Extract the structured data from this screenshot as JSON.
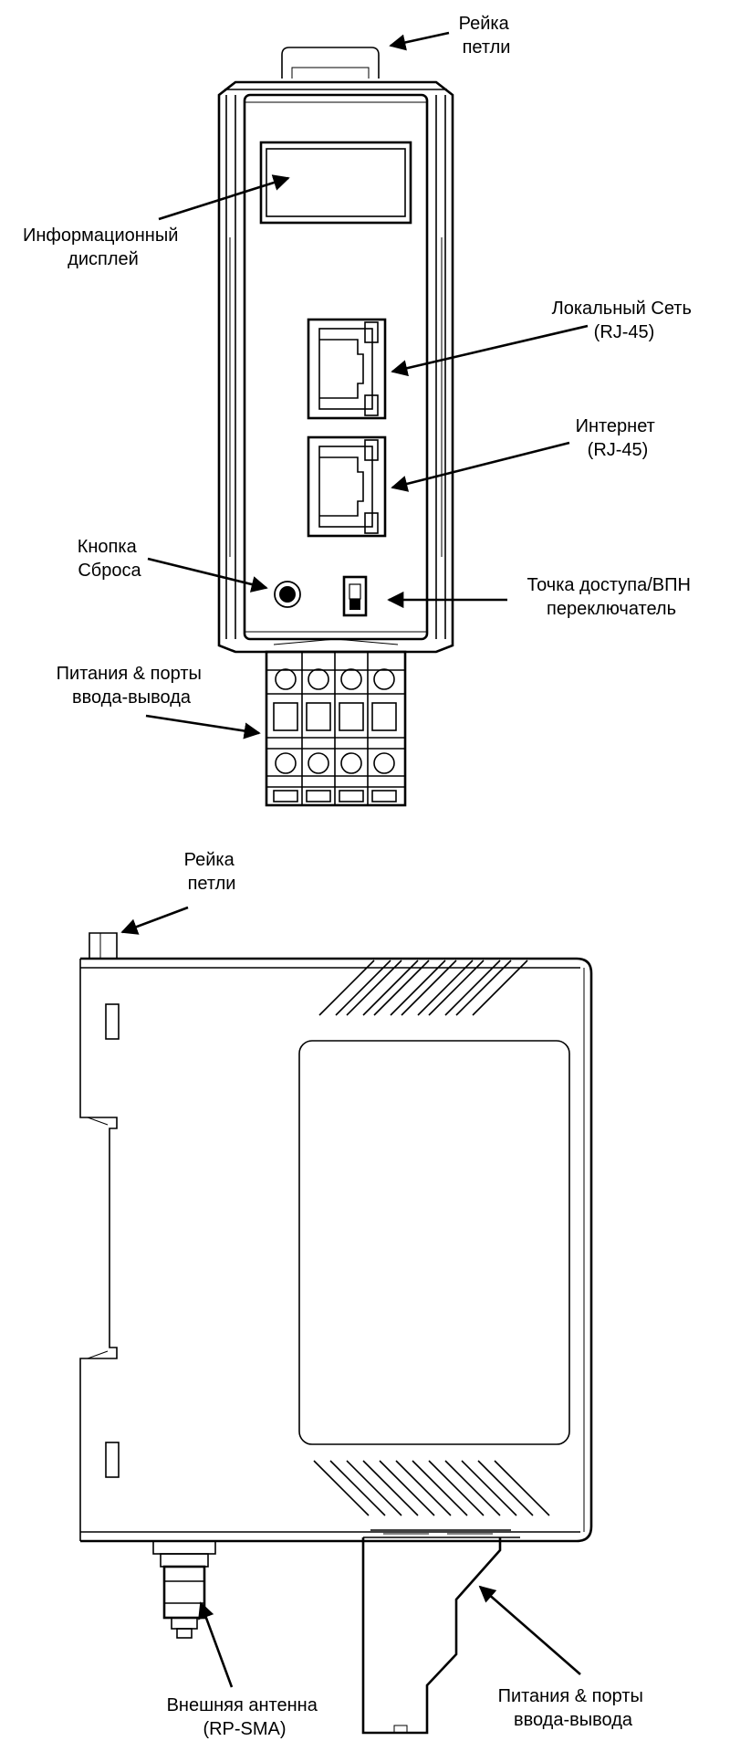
{
  "front_view": {
    "labels": {
      "hanger_rail": [
        "Рейка",
        "петли"
      ],
      "info_display": [
        "Информационный",
        "дисплей"
      ],
      "lan_port": [
        "Локальный Сеть",
        "(RJ-45)"
      ],
      "internet_port": [
        "Интернет",
        "(RJ-45)"
      ],
      "reset_button": [
        "Кнопка",
        "Сброса"
      ],
      "ap_vpn_switch": [
        "Точка доступа/ВПН",
        "переключатель"
      ],
      "power_io_ports": [
        "Питания & порты",
        "ввода-вывода"
      ]
    }
  },
  "side_view": {
    "labels": {
      "hanger_rail": [
        "Рейка",
        "петли"
      ],
      "external_antenna": [
        "Внешняя антенна",
        "(RP-SMA)"
      ],
      "power_io_ports": [
        "Питания & порты",
        "ввода-вывода"
      ]
    }
  }
}
